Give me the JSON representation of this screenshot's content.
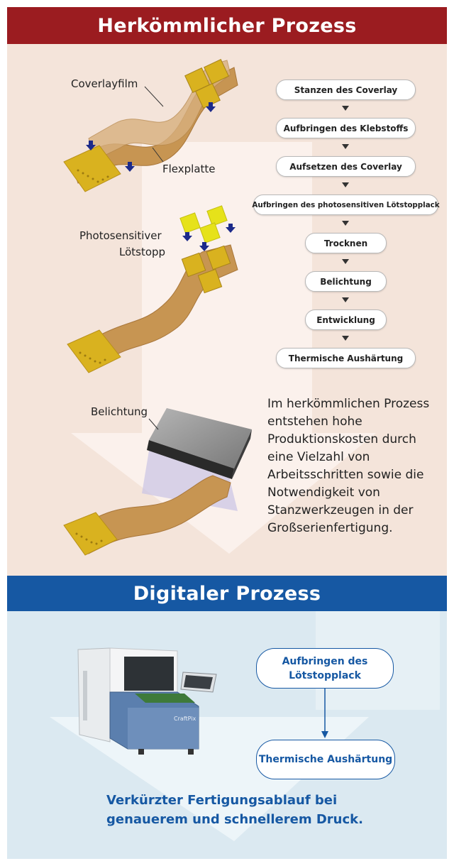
{
  "conventional": {
    "title": "Herkömmlicher Prozess",
    "labels": {
      "coverlay": "Coverlayfilm",
      "flex": "Flexplatte",
      "solder_line1": "Photosensitiver",
      "solder_line2": "Lötstopp",
      "exposure": "Belichtung"
    },
    "steps": [
      "Stanzen des Coverlay",
      "Aufbringen des Klebstoffs",
      "Aufsetzen des Coverlay",
      "Aufbringen des photosensitiven Lötstopplack",
      "Trocknen",
      "Belichtung",
      "Entwicklung",
      "Thermische Aushärtung"
    ],
    "description": "Im herkömmlichen Prozess entstehen hohe Produktionskosten durch eine Vielzahl von Arbeitsschritten sowie die Notwendigkeit von Stanzwerkzeugen in der Großserienfertigung."
  },
  "digital": {
    "title": "Digitaler Prozess",
    "steps": [
      "Aufbringen des Lötstopplack",
      "Thermische Aushärtung"
    ],
    "machine_brand": "CraftPix",
    "summary_line1": "Verkürzter Fertigungsablauf bei",
    "summary_line2": "genauerem und schnellerem Druck."
  },
  "colors": {
    "conventional_banner": "#9b1c20",
    "conventional_bg": "#f4e4da",
    "digital_banner": "#1658a3",
    "digital_bg": "#dbe9f1",
    "flex_board": "#c79552",
    "copper_pads": "#d9b21f",
    "solder_mask": "#e6e21a",
    "arrow_marker": "#1c2a8a"
  }
}
